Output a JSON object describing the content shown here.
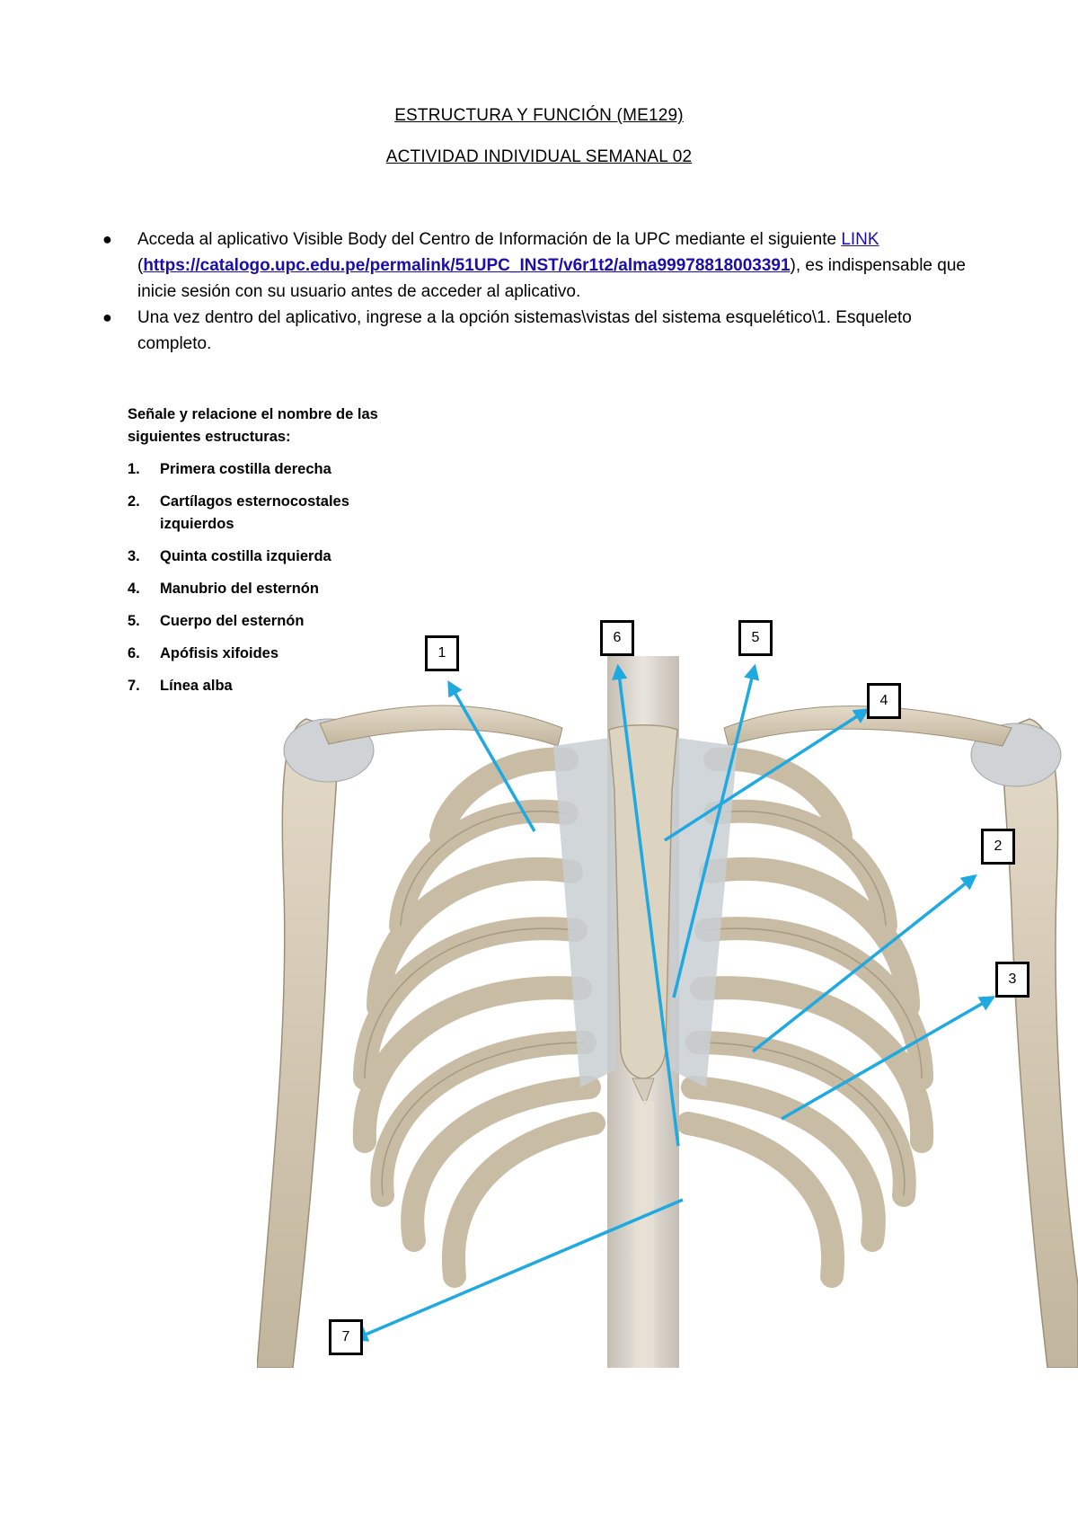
{
  "header": {
    "title": "ESTRUCTURA Y FUNCIÓN (ME129)",
    "subtitle": "ACTIVIDAD INDIVIDUAL SEMANAL 02"
  },
  "instructions": {
    "b1_pre": "Acceda al aplicativo Visible Body del Centro de Información de la UPC mediante el siguiente ",
    "b1_link": "LINK",
    "b1_open": "(",
    "b1_url": "https://catalogo.upc.edu.pe/permalink/51UPC_INST/v6r1t2/alma99978818003391",
    "b1_post": "), es indispensable que inicie sesión con su usuario antes de acceder al aplicativo.",
    "b2": "Una vez dentro del aplicativo, ingrese a la opción sistemas\\vistas del sistema esquelético\\1. Esqueleto completo."
  },
  "task": {
    "intro": "Señale y relacione el nombre de las siguientes estructuras:",
    "items": [
      {
        "num": "1.",
        "label": "Primera costilla derecha"
      },
      {
        "num": "2.",
        "label": "Cartílagos esternocostales izquierdos"
      },
      {
        "num": "3.",
        "label": "Quinta costilla izquierda"
      },
      {
        "num": "4.",
        "label": "Manubrio del esternón"
      },
      {
        "num": "5.",
        "label": "Cuerpo del esternón"
      },
      {
        "num": "6.",
        "label": "Apófisis xifoides"
      },
      {
        "num": "7.",
        "label": "Línea alba"
      }
    ]
  },
  "figure": {
    "callouts": [
      "1",
      "2",
      "3",
      "4",
      "5",
      "6",
      "7"
    ],
    "arrow_color": "#1fa9e1",
    "bone_color": "#d6cbb6"
  }
}
